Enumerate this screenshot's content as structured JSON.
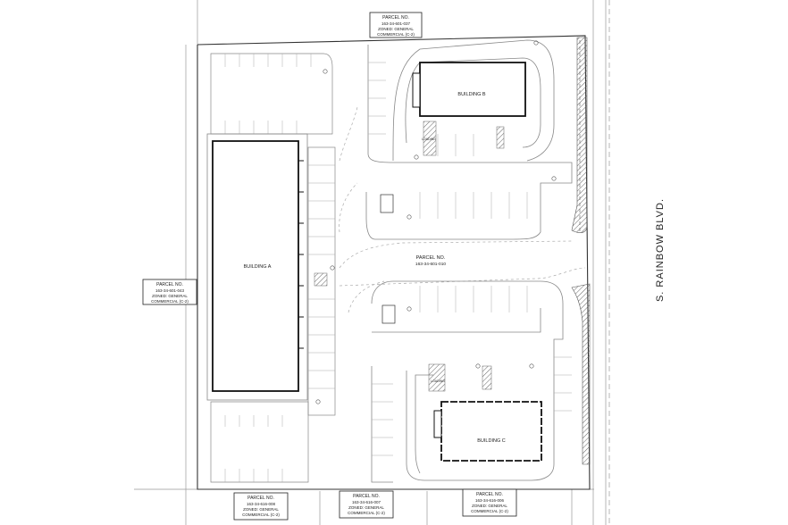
{
  "parcels": {
    "north": {
      "line1": "PARCEL NO.",
      "line2": "163-34-601-037",
      "line3": "ZONED: GENERAL",
      "line4": "COMMERCIAL (C-2)"
    },
    "west": {
      "line1": "PARCEL NO.",
      "line2": "163-34-601-043",
      "line3": "ZONED: GENERAL",
      "line4": "COMMERCIAL (C-2)"
    },
    "center": {
      "line1": "PARCEL NO.",
      "line2": "163-34-601-010"
    },
    "south1": {
      "line1": "PARCEL NO.",
      "line2": "163-34-616-008",
      "line3": "ZONED: GENERAL",
      "line4": "COMMERCIAL (C-2)"
    },
    "south2": {
      "line1": "PARCEL NO.",
      "line2": "163-34-616-007",
      "line3": "ZONED: GENERAL",
      "line4": "COMMERCIAL (C-2)"
    },
    "south3": {
      "line1": "PARCEL NO.",
      "line2": "163-34-616-006",
      "line3": "ZONED: GENERAL",
      "line4": "COMMERCIAL (C-2)"
    }
  },
  "buildings": {
    "a": "BUILDING A",
    "b": "BUILDING B",
    "c": "BUILDING C"
  },
  "loading": {
    "b": "LOADING",
    "c": "LOADING"
  },
  "street": "S. RAINBOW BLVD."
}
